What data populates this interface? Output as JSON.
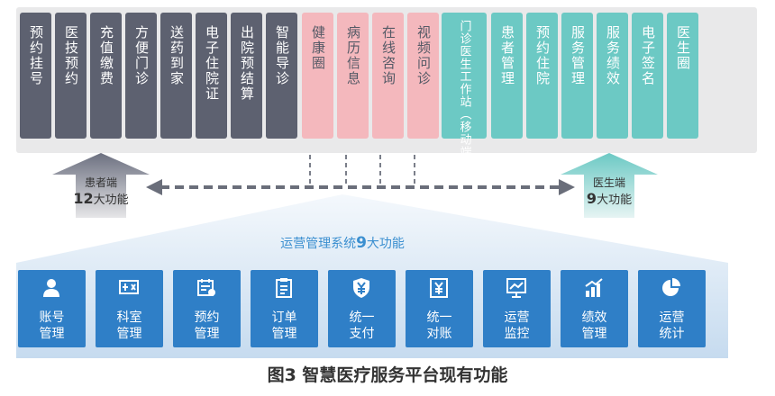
{
  "top_cards": [
    {
      "label": "预约挂号",
      "group": "patient"
    },
    {
      "label": "医技预约",
      "group": "patient"
    },
    {
      "label": "充值缴费",
      "group": "patient"
    },
    {
      "label": "方便门诊",
      "group": "patient"
    },
    {
      "label": "送药到家",
      "group": "patient"
    },
    {
      "label": "电子住院证",
      "group": "patient"
    },
    {
      "label": "出院预结算",
      "group": "patient"
    },
    {
      "label": "智能导诊",
      "group": "patient"
    },
    {
      "label": "健康圈",
      "group": "shared"
    },
    {
      "label": "病历信息",
      "group": "shared"
    },
    {
      "label": "在线咨询",
      "group": "shared"
    },
    {
      "label": "视频问诊",
      "group": "shared"
    },
    {
      "label": "门诊医生工作站（移动端+PC端）",
      "group": "doctor"
    },
    {
      "label": "患者管理",
      "group": "doctor"
    },
    {
      "label": "预约住院",
      "group": "doctor"
    },
    {
      "label": "服务管理",
      "group": "doctor"
    },
    {
      "label": "服务绩效",
      "group": "doctor"
    },
    {
      "label": "电子签名",
      "group": "doctor"
    },
    {
      "label": "医生圈",
      "group": "doctor"
    }
  ],
  "patient_end": {
    "name": "患者端",
    "count": "12",
    "suffix": "大功能"
  },
  "doctor_end": {
    "name": "医生端",
    "count": "9",
    "suffix": "大功能"
  },
  "ops": {
    "prefix": "运营管理系统",
    "count": "9",
    "suffix": "大功能"
  },
  "bottom_cards": [
    {
      "line1": "账号",
      "line2": "管理",
      "icon": "person-icon"
    },
    {
      "line1": "科室",
      "line2": "管理",
      "icon": "department-icon"
    },
    {
      "line1": "预约",
      "line2": "管理",
      "icon": "calendar-check-icon"
    },
    {
      "line1": "订单",
      "line2": "管理",
      "icon": "clipboard-icon"
    },
    {
      "line1": "统一",
      "line2": "支付",
      "icon": "yen-shield-icon"
    },
    {
      "line1": "统一",
      "line2": "对账",
      "icon": "yen-ledger-icon"
    },
    {
      "line1": "运营",
      "line2": "监控",
      "icon": "monitor-chart-icon"
    },
    {
      "line1": "绩效",
      "line2": "管理",
      "icon": "bar-chart-icon"
    },
    {
      "line1": "运营",
      "line2": "统计",
      "icon": "pie-chart-icon"
    }
  ],
  "caption": "图3  智慧医疗服务平台现有功能",
  "colors": {
    "patient": "#5d6170",
    "shared": "#f4b8bd",
    "doctor": "#6cc9c4",
    "ops": "#2f7fc7",
    "roof": "#c8ddf0"
  }
}
